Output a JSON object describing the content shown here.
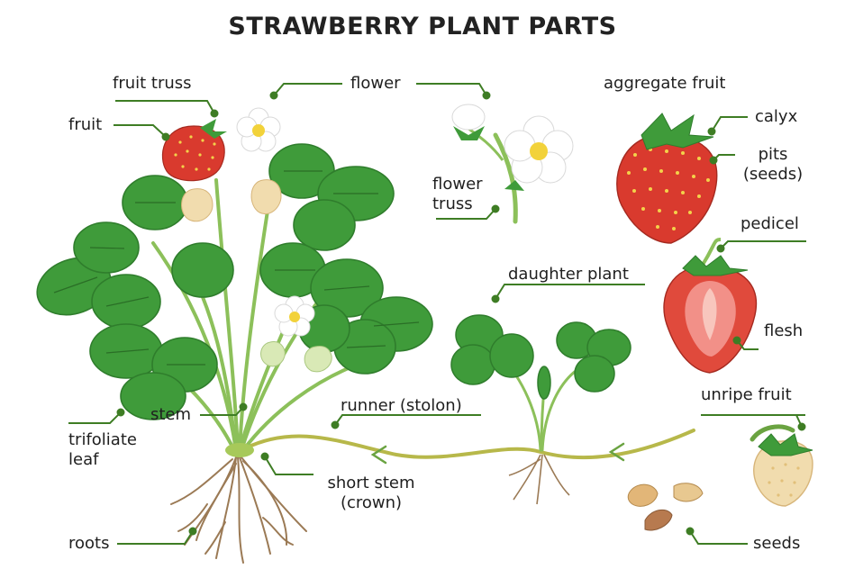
{
  "title": "STRAWBERRY PLANT PARTS",
  "labels": {
    "fruit_truss": "fruit truss",
    "flower": "flower",
    "aggregate_fruit": "aggregate fruit",
    "fruit": "fruit",
    "calyx": "calyx",
    "pits_line1": "pits",
    "pits_line2": "(seeds)",
    "flower_truss_line1": "flower",
    "flower_truss_line2": "truss",
    "pedicel": "pedicel",
    "daughter_plant": "daughter plant",
    "flesh": "flesh",
    "stem": "stem",
    "runner": "runner (stolon)",
    "unripe_fruit": "unripe fruit",
    "trifoliate_line1": "trifoliate",
    "trifoliate_line2": "leaf",
    "short_stem_line1": "short stem",
    "short_stem_line2": "(crown)",
    "roots": "roots",
    "seeds": "seeds"
  },
  "colors": {
    "leader_line": "#3e7d24",
    "leaf": "#3f9b3a",
    "leaf_dark": "#2f7d2c",
    "stem": "#8cc05a",
    "berry": "#d93a2e",
    "berry_seed": "#f3d24a",
    "flower_petal": "#ffffff",
    "flower_center": "#f2d23a",
    "root": "#9b7a55"
  }
}
